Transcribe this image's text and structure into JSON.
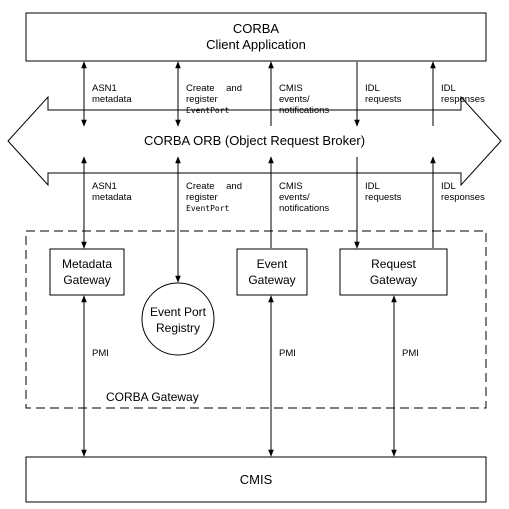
{
  "client": {
    "line1": "CORBA",
    "line2": "Client Application"
  },
  "orb": {
    "label": "CORBA ORB (Object Request Broker)"
  },
  "top_labels": {
    "asn1": {
      "line1": "ASN1",
      "line2": "metadata"
    },
    "create": {
      "w1": "Create",
      "w2": "and",
      "line2": "register",
      "line3": "EventPort"
    },
    "cmis": {
      "line1": "CMIS",
      "line2": "events/",
      "line3": "notifications"
    },
    "idl_req": {
      "line1": "IDL",
      "line2": "requests"
    },
    "idl_resp": {
      "line1": "IDL",
      "line2": "responses"
    }
  },
  "bottom_labels": {
    "asn1": {
      "line1": "ASN1",
      "line2": "metadata"
    },
    "create": {
      "w1": "Create",
      "w2": "and",
      "line2": "register",
      "line3": "EventPort"
    },
    "cmis": {
      "line1": "CMIS",
      "line2": "events/",
      "line3": "notifications"
    },
    "idl_req": {
      "line1": "IDL",
      "line2": "requests"
    },
    "idl_resp": {
      "line1": "IDL",
      "line2": "responses"
    }
  },
  "gateways": {
    "metadata": {
      "line1": "Metadata",
      "line2": "Gateway"
    },
    "event": {
      "line1": "Event",
      "line2": "Gateway"
    },
    "request": {
      "line1": "Request",
      "line2": "Gateway"
    }
  },
  "registry": {
    "line1": "Event Port",
    "line2": "Registry"
  },
  "pmi": {
    "left": "PMI",
    "middle": "PMI",
    "right": "PMI"
  },
  "corba_gateway": {
    "label": "CORBA Gateway"
  },
  "cmis_box": {
    "label": "CMIS"
  }
}
